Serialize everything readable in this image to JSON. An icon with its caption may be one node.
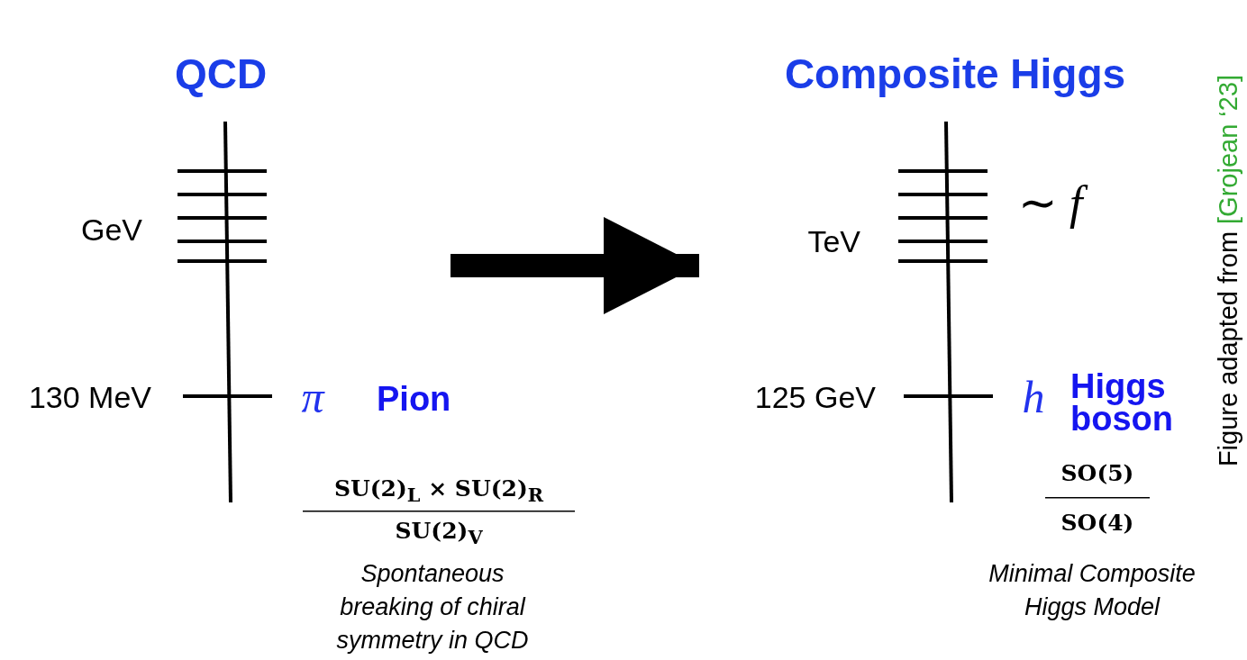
{
  "diagram": {
    "nodes": [
      {
        "text": [
          "QCD",
          "GeV",
          "130 MeV",
          "π",
          "Pion",
          "SU(2)$_{L}$ × SU(2)$_{R}$",
          "SU(2)$_{V}$",
          "Spontaneous breaking of chiral symmetry in QCD"
        ]
      },
      {
        "text": [
          "Composite Higgs",
          "TeV",
          "∼ *f*",
          "125 GeV",
          "h",
          "Higgs boson",
          "SO(5)",
          "SO(4)",
          "Minimal Composite Higgs Model"
        ]
      }
    ],
    "edges": [
      {
        "from": 0,
        "to": 1,
        "arrow": "to"
      }
    ],
    "labels": [
      "Figure adapted from",
      "[Grojean ‘23]"
    ]
  }
}
